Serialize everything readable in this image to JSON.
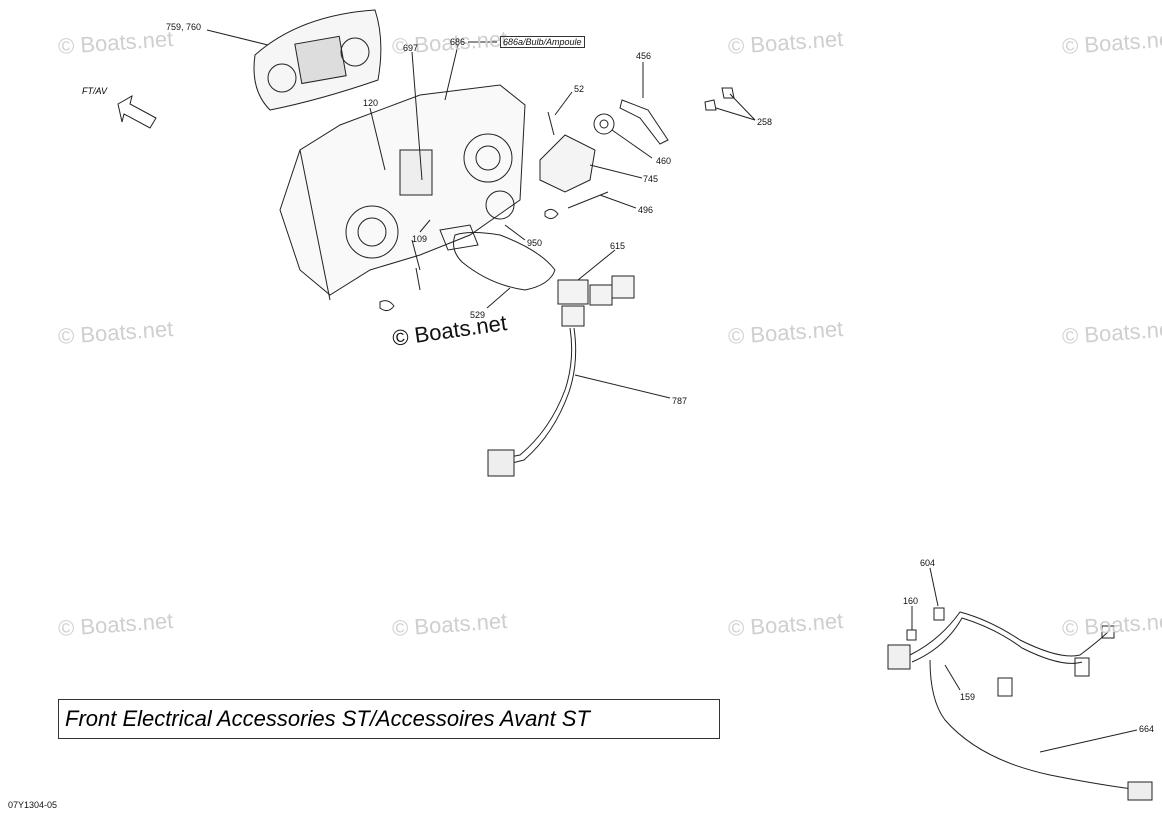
{
  "diagram": {
    "title": "Front Electrical Accessories ST/Accessoires Avant ST",
    "reference_code": "07Y1304-05",
    "direction_label": "FT/AV",
    "center_copyright": "© Boats.net",
    "watermark_text": "© Boats.net",
    "callouts": {
      "c759_760": "759, 760",
      "c697": "697",
      "c686": "686",
      "c686a": "686a/Bulb/Ampoule",
      "c456": "456",
      "c52": "52",
      "c120": "120",
      "c258": "258",
      "c460": "460",
      "c745": "745",
      "c496": "496",
      "c109": "109",
      "c950": "950",
      "c615": "615",
      "c529": "529",
      "c787": "787",
      "c604": "604",
      "c160": "160",
      "c159": "159",
      "c664": "664"
    },
    "colors": {
      "line": "#222222",
      "watermark": "#cfcfcf"
    }
  }
}
